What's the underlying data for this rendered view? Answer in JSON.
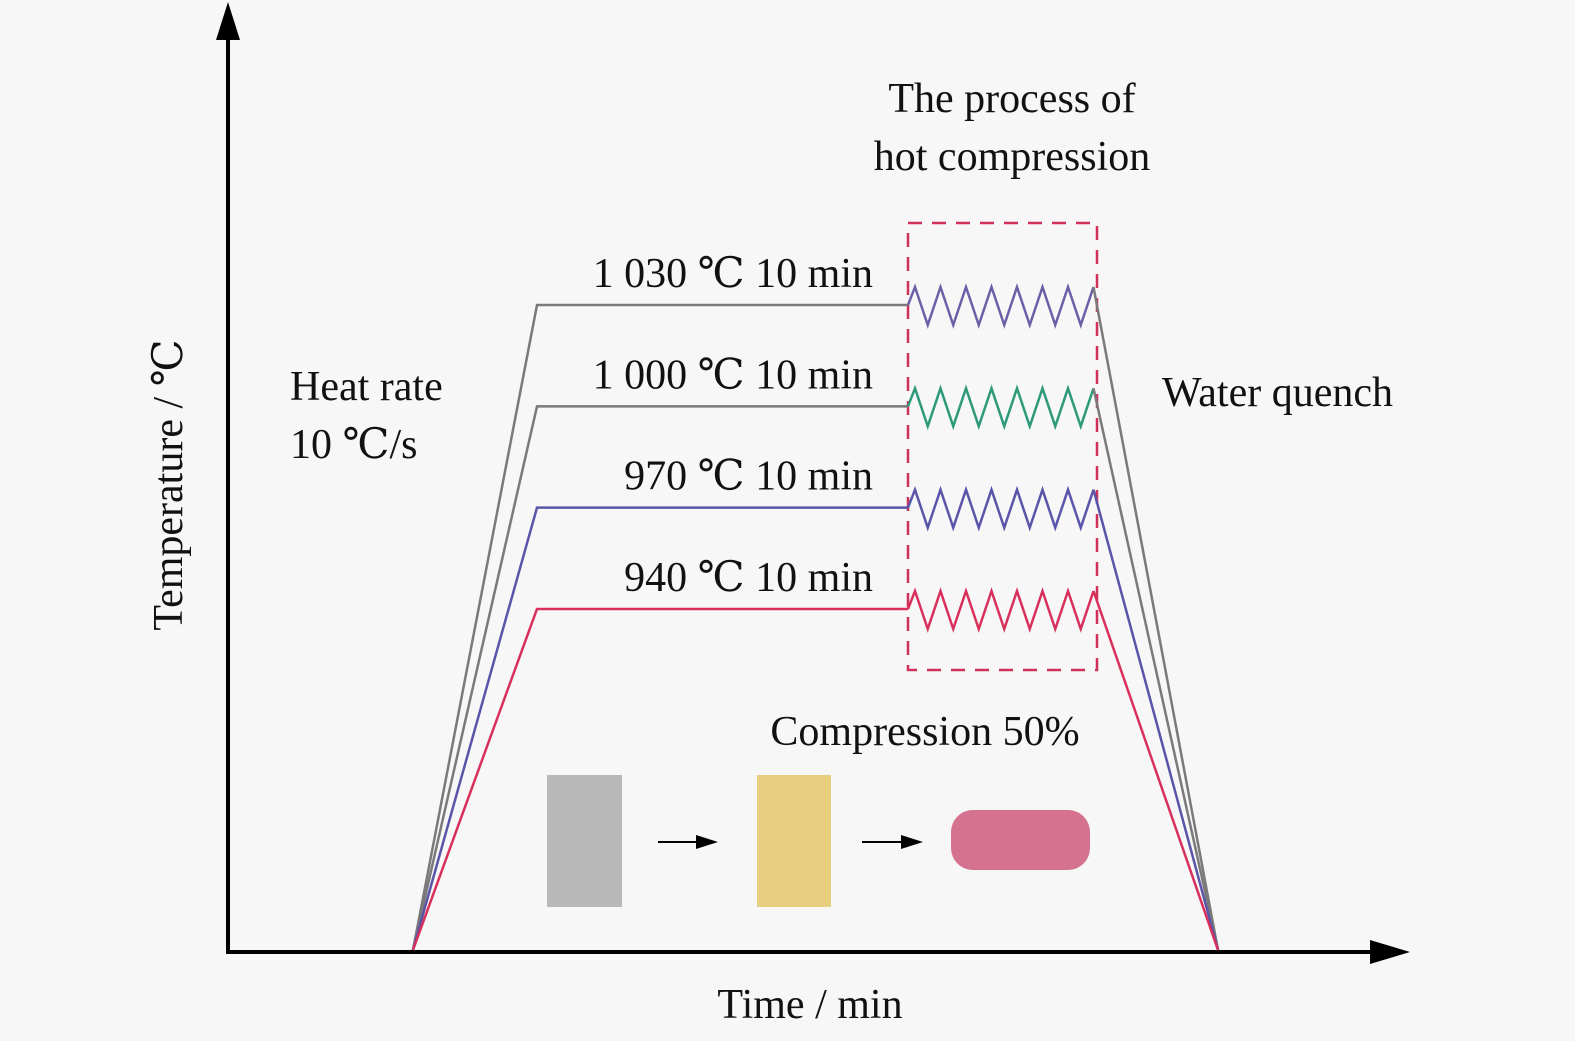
{
  "axes": {
    "x_label": "Time / min",
    "y_label": "Temperature / ℃"
  },
  "annotations": {
    "process_title_line1": "The process of",
    "process_title_line2": "hot compression",
    "heat_rate_line1": "Heat rate",
    "heat_rate_line2": "10 ℃/s",
    "water_quench": "Water quench",
    "compression": "Compression 50%"
  },
  "schedules": [
    {
      "label": "1 030 ℃ 10 min",
      "temperature_c": 1030,
      "hold_min": 10,
      "line_color": "#7a7a7a",
      "zigzag_color": "#6b5fa6"
    },
    {
      "label": "1 000 ℃ 10 min",
      "temperature_c": 1000,
      "hold_min": 10,
      "line_color": "#7a7a7a",
      "zigzag_color": "#2e9a7a"
    },
    {
      "label": "970 ℃ 10 min",
      "temperature_c": 970,
      "hold_min": 10,
      "line_color": "#5a55a8",
      "zigzag_color": "#5a55a8"
    },
    {
      "label": "940 ℃ 10 min",
      "temperature_c": 940,
      "hold_min": 10,
      "line_color": "#d8305a",
      "zigzag_color": "#d8305a"
    }
  ],
  "specimen_colors": {
    "initial": "#b8b8b8",
    "heated": "#e8cf80",
    "compressed": "#d47290",
    "box": "#d0305a"
  }
}
